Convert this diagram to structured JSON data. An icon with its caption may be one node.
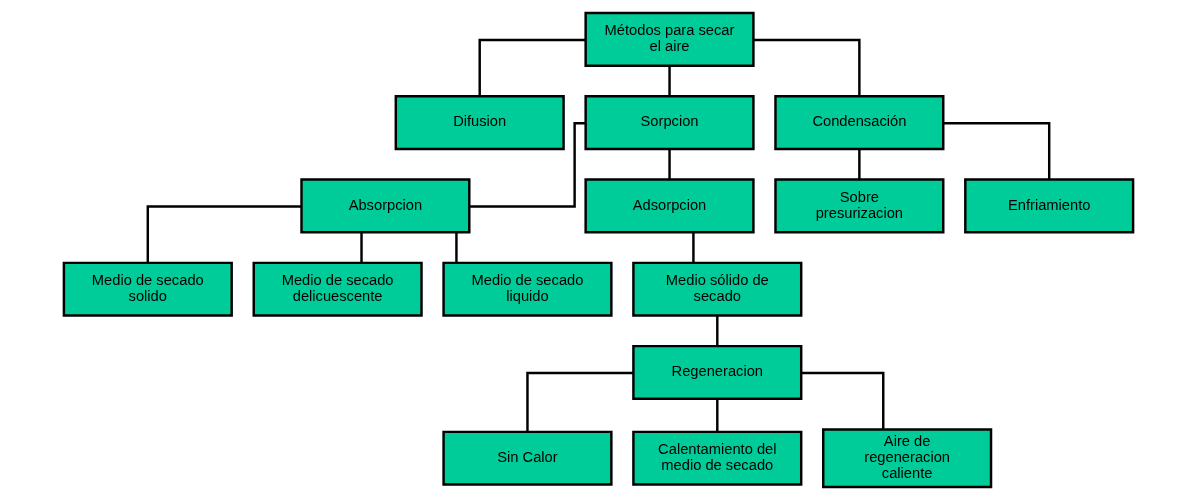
{
  "diagram": {
    "nodes": [
      {
        "text": [
          "Métodos para secar el aire"
        ]
      },
      {
        "text": [
          "Difusion"
        ]
      },
      {
        "text": [
          "Sorpcion"
        ]
      },
      {
        "text": [
          "Condensación"
        ]
      },
      {
        "text": [
          "Absorpcion"
        ]
      },
      {
        "text": [
          "Adsorpcion"
        ]
      },
      {
        "text": [
          "Sobre presurizacion"
        ]
      },
      {
        "text": [
          "Enfriamiento"
        ]
      },
      {
        "text": [
          "Medio de secado solido"
        ]
      },
      {
        "text": [
          "Medio de secado delicuescente"
        ]
      },
      {
        "text": [
          "Medio de secado liquido"
        ]
      },
      {
        "text": [
          "Medio sólido de secado"
        ]
      },
      {
        "text": [
          "Regeneracion"
        ]
      },
      {
        "text": [
          "Sin Calor"
        ]
      },
      {
        "text": [
          "Calentamiento del medio de secado"
        ]
      },
      {
        "text": [
          "Aire de regeneracion caliente"
        ]
      }
    ],
    "edges": [
      {
        "from": 0,
        "to": 1,
        "arrow": "none"
      },
      {
        "from": 0,
        "to": 2,
        "arrow": "none"
      },
      {
        "from": 0,
        "to": 3,
        "arrow": "none"
      },
      {
        "from": 2,
        "to": 4,
        "arrow": "none"
      },
      {
        "from": 2,
        "to": 5,
        "arrow": "none"
      },
      {
        "from": 3,
        "to": 6,
        "arrow": "none"
      },
      {
        "from": 3,
        "to": 7,
        "arrow": "none"
      },
      {
        "from": 4,
        "to": 8,
        "arrow": "none"
      },
      {
        "from": 4,
        "to": 9,
        "arrow": "none"
      },
      {
        "from": 4,
        "to": 10,
        "arrow": "none"
      },
      {
        "from": 5,
        "to": 11,
        "arrow": "none"
      },
      {
        "from": 11,
        "to": 12,
        "arrow": "none"
      },
      {
        "from": 12,
        "to": 13,
        "arrow": "none"
      },
      {
        "from": 12,
        "to": 14,
        "arrow": "none"
      },
      {
        "from": 12,
        "to": 15,
        "arrow": "none"
      }
    ]
  }
}
